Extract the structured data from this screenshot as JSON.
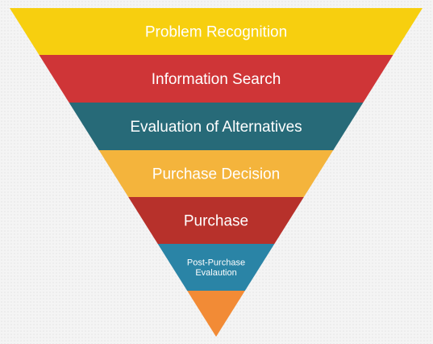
{
  "diagram": {
    "type": "inverted-funnel",
    "stages": [
      {
        "label": "Problem Recognition",
        "color": "#f7cf0f"
      },
      {
        "label": "Information Search",
        "color": "#cf3537"
      },
      {
        "label": "Evaluation of Alternatives",
        "color": "#276a78"
      },
      {
        "label": "Purchase Decision",
        "color": "#f4b43c"
      },
      {
        "label": "Purchase",
        "color": "#b7312b"
      },
      {
        "label": "Post-Purchase Evalaution",
        "lines": [
          "Post-Purchase",
          "Evalaution"
        ],
        "color": "#2a84a6"
      },
      {
        "label": "",
        "color": "#f28b36"
      }
    ]
  }
}
